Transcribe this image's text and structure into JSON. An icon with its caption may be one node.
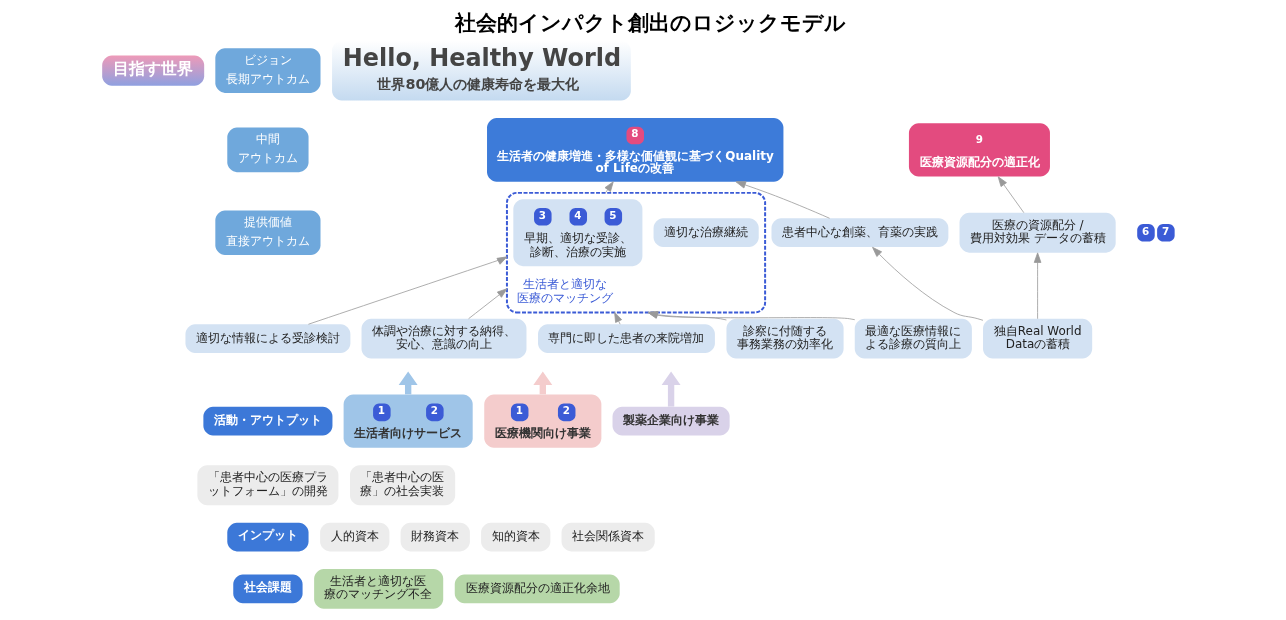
{
  "diagram": {
    "title": "社会的インパクト創出のロジックモデル",
    "nodes": [
      {
        "text": [
          "目指す世界"
        ]
      },
      {
        "text": [
          "ビジョン",
          "長期アウトカム"
        ]
      },
      {
        "text": [
          "中間",
          "アウトカム"
        ]
      },
      {
        "text": [
          "提供価値",
          "直接アウトカム"
        ]
      },
      {
        "text": [
          "Hello, Healthy World",
          "世界80億人の健康寿命を最大化"
        ]
      },
      {
        "text": [
          "8",
          "生活者の健康増進・多様な価値観に基づくQuality of Lifeの改善"
        ]
      },
      {
        "text": [
          "9",
          "医療資源配分の適正化"
        ]
      },
      {
        "text": [
          "生活者と適切な医療のマッチング"
        ],
        "beside": [
          "6",
          "7"
        ]
      },
      {
        "text": [
          "3",
          "4",
          "5",
          "早期、適切な受診、診断、治療の実施"
        ],
        "in": 7
      },
      {
        "text": [
          "適切な治療継続"
        ],
        "in": 7
      },
      {
        "text": [
          "患者中心な創薬、育薬の実践"
        ]
      },
      {
        "text": [
          "医療の資源配分 / 費用対効果 データの蓄積"
        ]
      },
      {
        "text": [
          "適切な情報による受診検討"
        ]
      },
      {
        "text": [
          "体調や治療に対する納得、安心、意識の向上"
        ]
      },
      {
        "text": [
          "専門に即した患者の来院増加"
        ]
      },
      {
        "text": [
          "診察に付随する事務業務の効率化"
        ]
      },
      {
        "text": [
          "最適な医療情報による診療の質向上"
        ]
      },
      {
        "text": [
          "独自Real World Dataの蓄積"
        ]
      },
      {
        "text": [
          "活動・アウトプット"
        ]
      },
      {
        "text": [
          "1",
          "2",
          "生活者向けサービス"
        ]
      },
      {
        "text": [
          "1",
          "2",
          "医療機関向け事業"
        ]
      },
      {
        "text": [
          "製薬企業向け事業"
        ]
      },
      {
        "text": [
          "「患者中心の医療プラットフォーム」の開発"
        ]
      },
      {
        "text": [
          "「患者中心の医療」の社会実装"
        ]
      },
      {
        "text": [
          "インプット"
        ]
      },
      {
        "text": [
          "人的資本"
        ]
      },
      {
        "text": [
          "財務資本"
        ]
      },
      {
        "text": [
          "知的資本"
        ]
      },
      {
        "text": [
          "社会関係資本"
        ]
      },
      {
        "text": [
          "社会課題"
        ]
      },
      {
        "text": [
          "生活者と適切な医療のマッチング不全"
        ]
      },
      {
        "text": [
          "医療資源配分の適正化余地"
        ]
      }
    ],
    "edges": [
      {
        "from": 12,
        "to": 7,
        "arrow": "to"
      },
      {
        "from": 13,
        "to": 7,
        "arrow": "to"
      },
      {
        "from": 14,
        "to": 7,
        "arrow": "to"
      },
      {
        "from": 15,
        "to": 7,
        "arrow": "to"
      },
      {
        "from": 16,
        "to": 7,
        "arrow": "to"
      },
      {
        "from": 17,
        "to": 10,
        "arrow": "to"
      },
      {
        "from": 17,
        "to": 11,
        "arrow": "to"
      },
      {
        "from": 7,
        "to": 5,
        "arrow": "to"
      },
      {
        "from": 10,
        "to": 5,
        "arrow": "to"
      },
      {
        "from": 11,
        "to": 6,
        "arrow": "to"
      },
      {
        "from": 19,
        "to": null,
        "arrow": "to",
        "style": "thick",
        "color": "#9fc5e8"
      },
      {
        "from": 20,
        "to": null,
        "arrow": "to",
        "style": "thick",
        "color": "#f4cccc"
      },
      {
        "from": 21,
        "to": null,
        "arrow": "to",
        "style": "thick",
        "color": "#d9d2e9"
      }
    ]
  }
}
